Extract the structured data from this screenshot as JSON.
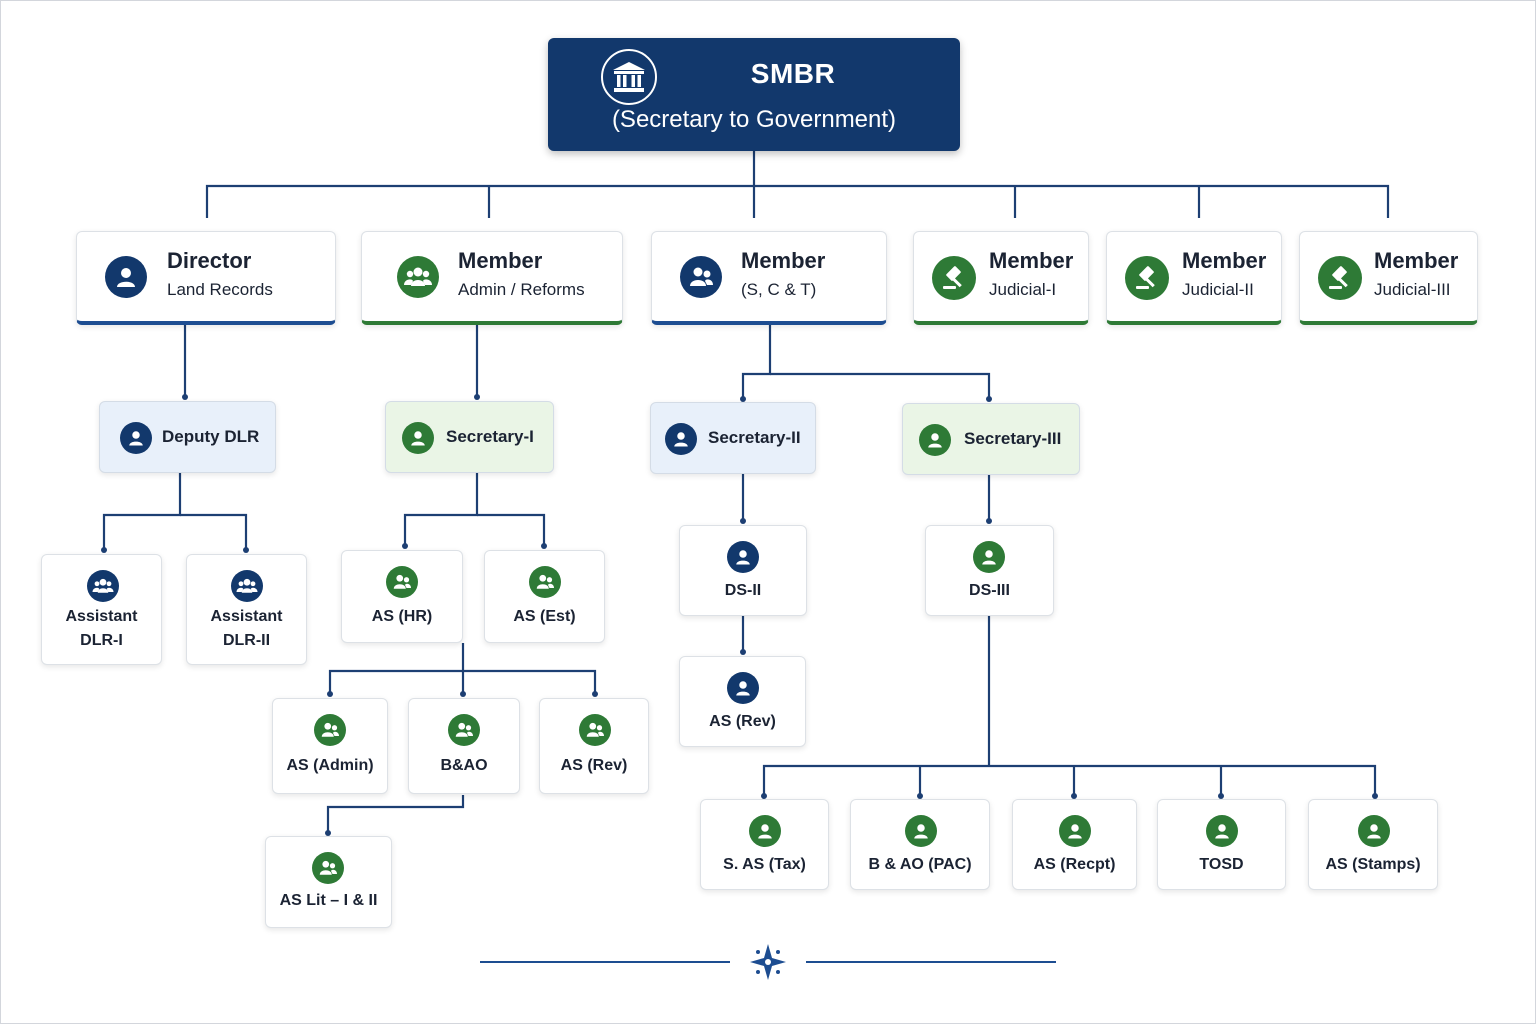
{
  "root": {
    "title": "SMBR",
    "subtitle": "(Secretary to Government)"
  },
  "level1": [
    {
      "title": "Director",
      "subtitle": "Land Records",
      "icon": "user-icon",
      "color": "#12386c"
    },
    {
      "title": "Member",
      "subtitle": "Admin / Reforms",
      "icon": "group-icon",
      "color": "#2e7a36"
    },
    {
      "title": "Member",
      "subtitle": "(S, C & T)",
      "icon": "group-icon",
      "color": "#12386c"
    },
    {
      "title": "Member",
      "subtitle": "Judicial-I",
      "icon": "gavel-icon",
      "color": "#2e7a36"
    },
    {
      "title": "Member",
      "subtitle": "Judicial-II",
      "icon": "gavel-icon",
      "color": "#2e7a36"
    },
    {
      "title": "Member",
      "subtitle": "Judicial-III",
      "icon": "gavel-icon",
      "color": "#2e7a36"
    }
  ],
  "level2": [
    {
      "label": "Deputy DLR",
      "color": "#12386c"
    },
    {
      "label": "Secretary-I",
      "color": "#2e7a36"
    },
    {
      "label": "Secretary-II",
      "color": "#12386c"
    },
    {
      "label": "Secretary-III",
      "color": "#2e7a36"
    }
  ],
  "dlr_branch": [
    {
      "line1": "Assistant",
      "line2": "DLR-I"
    },
    {
      "line1": "Assistant",
      "line2": "DLR-II"
    }
  ],
  "sec1_branch": {
    "as_hr": "AS (HR)",
    "as_est": "AS (Est)",
    "as_admin": "AS (Admin)",
    "bao": "B&AO",
    "as_rev": "AS (Rev)",
    "as_lit": "AS Lit – I & II"
  },
  "sec2_branch": {
    "ds": "DS-II",
    "as_rev": "AS (Rev)"
  },
  "sec3_branch": {
    "ds": "DS-III",
    "children": [
      "S. AS (Tax)",
      "B & AO (PAC)",
      "AS (Recpt)",
      "TOSD",
      "AS (Stamps)"
    ]
  },
  "colors": {
    "navy": "#12386c",
    "green": "#2e7a36",
    "line": "#1d3f73"
  }
}
